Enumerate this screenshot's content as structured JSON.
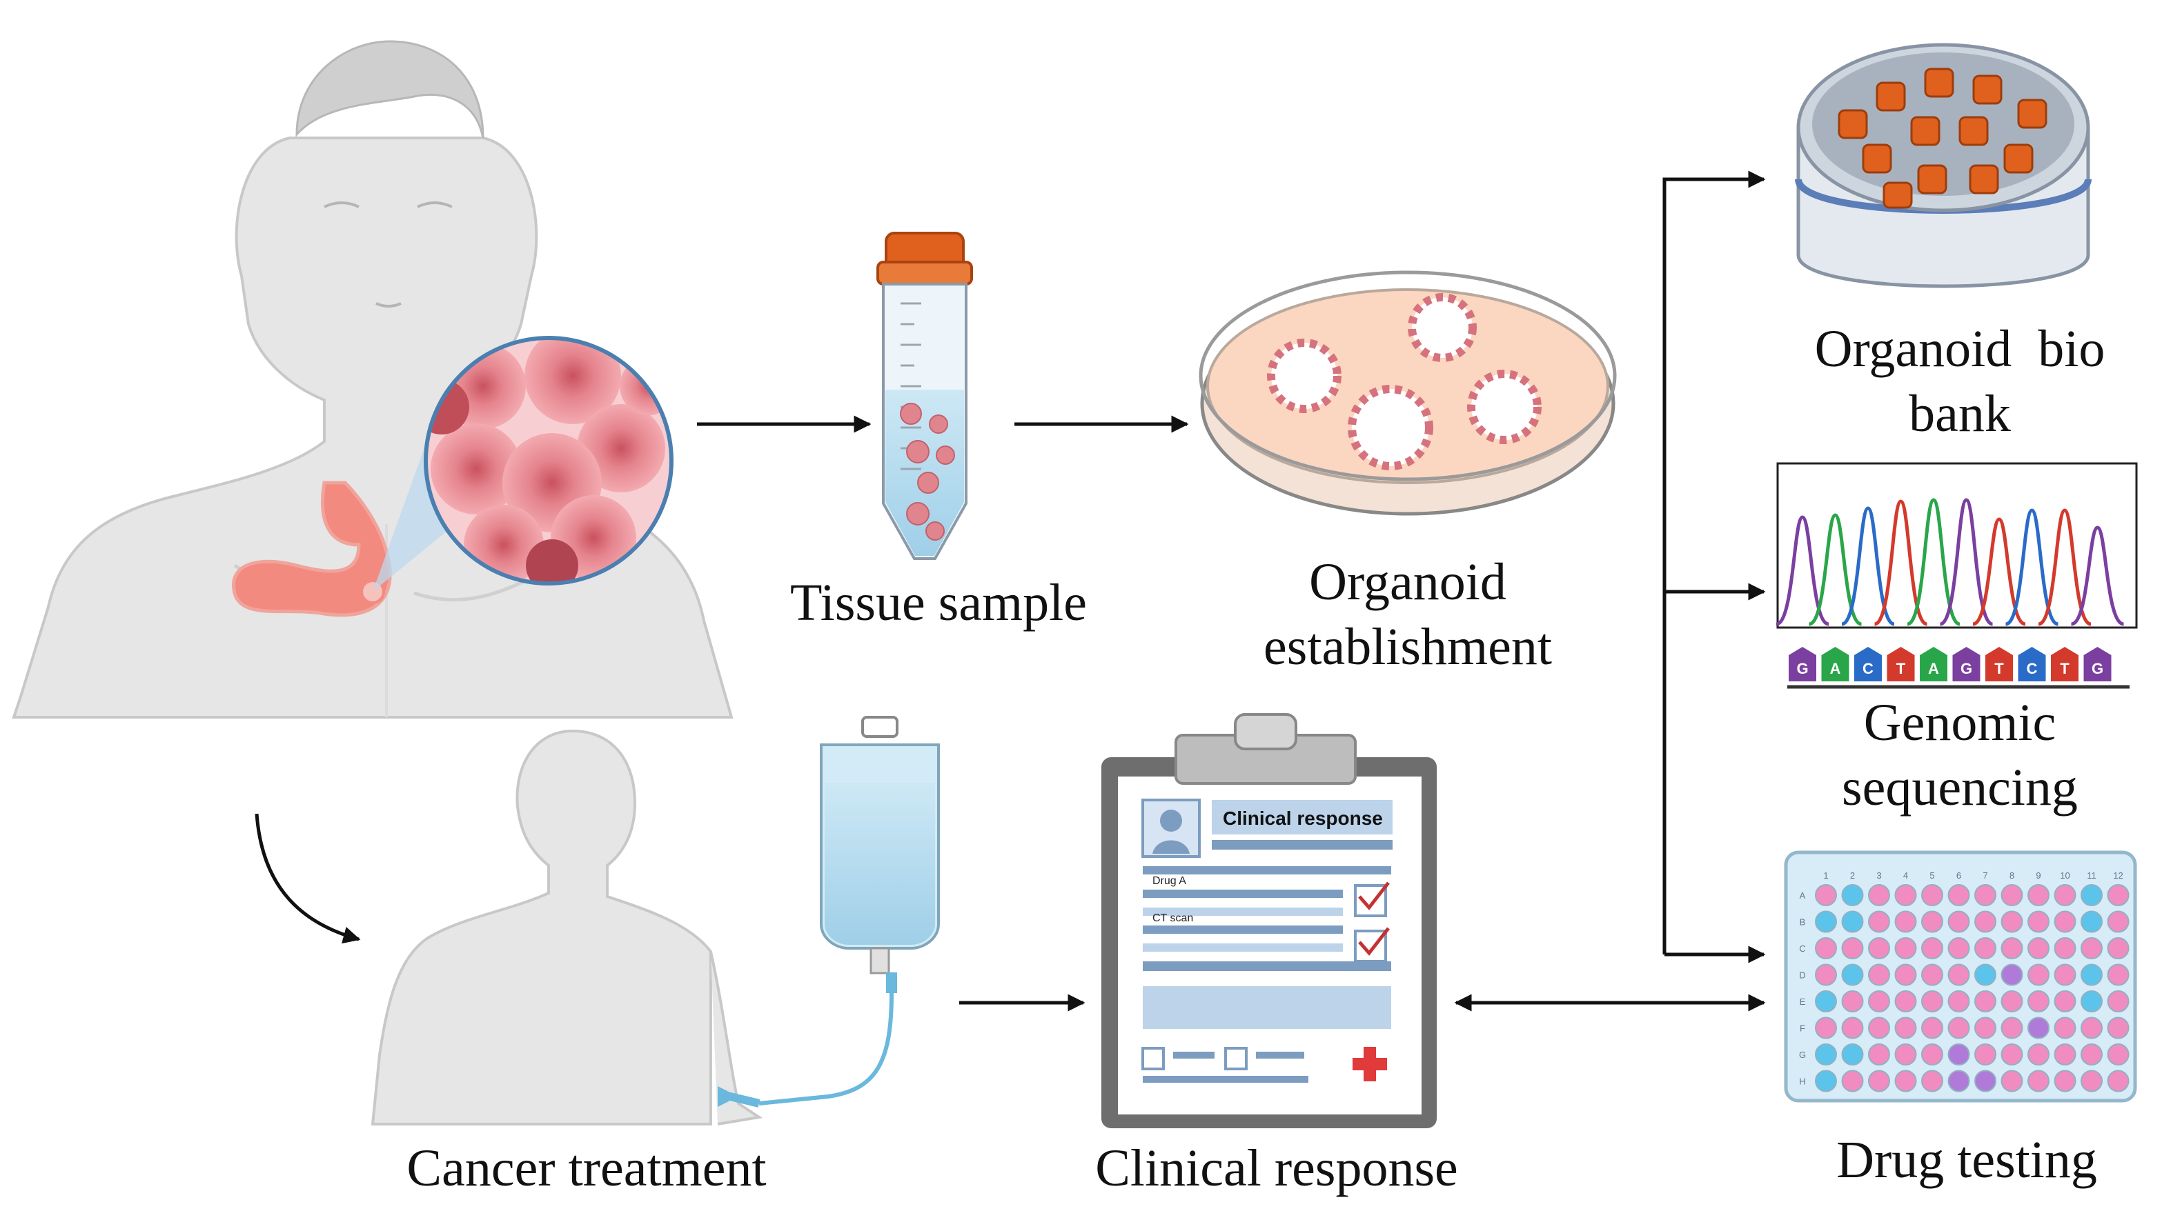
{
  "labels": {
    "tissue_sample": "Tissue sample",
    "organoid_establishment_line1": "Organoid",
    "organoid_establishment_line2": "establishment",
    "organoid_biobank_line1": "Organoid  bio",
    "organoid_biobank_line2": "bank",
    "genomic_sequencing_line1": "Genomic",
    "genomic_sequencing_line2": "sequencing",
    "drug_testing": "Drug testing",
    "cancer_treatment": "Cancer treatment",
    "clinical_response": "Clinical response"
  },
  "clipboard": {
    "title": "Clinical response",
    "row1": "Drug A",
    "row2": "CT scan"
  },
  "sequence": {
    "bases": [
      "G",
      "A",
      "C",
      "T",
      "A",
      "G",
      "T",
      "C",
      "T",
      "G"
    ],
    "colors": [
      "#7b3fa0",
      "#2aa64a",
      "#2a6bc8",
      "#d33a2c",
      "#2aa64a",
      "#7b3fa0",
      "#d33a2c",
      "#2a6bc8",
      "#d33a2c",
      "#7b3fa0"
    ]
  },
  "plate": {
    "col_headers": [
      "1",
      "2",
      "3",
      "4",
      "5",
      "6",
      "7",
      "8",
      "9",
      "10",
      "11",
      "12"
    ],
    "row_headers": [
      "A",
      "B",
      "C",
      "D",
      "E",
      "F",
      "G",
      "H"
    ]
  },
  "colors": {
    "arrow": "#111111",
    "skin": "#e6e6e6",
    "tumor": "#e38088",
    "stomach": "#f28a80",
    "cap": "#e0601e",
    "liquid": "#b9dcef",
    "dish_medium": "#fbd6c0",
    "clipboard_frame": "#6e6e6e",
    "well_pink": "#f08cc0",
    "well_blue": "#5cc3ea",
    "well_purple": "#b07ad8"
  }
}
